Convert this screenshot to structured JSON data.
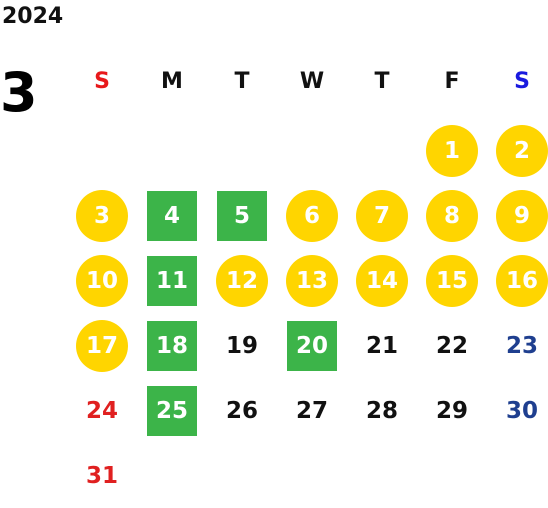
{
  "calendar": {
    "year": "2024",
    "month": "3",
    "weekdays": [
      {
        "label": "S",
        "color": "#e8191b"
      },
      {
        "label": "M",
        "color": "#111111"
      },
      {
        "label": "T",
        "color": "#111111"
      },
      {
        "label": "W",
        "color": "#111111"
      },
      {
        "label": "T",
        "color": "#111111"
      },
      {
        "label": "F",
        "color": "#111111"
      },
      {
        "label": "S",
        "color": "#1a1adf"
      }
    ],
    "colors": {
      "circle": "#ffd500",
      "square": "#3cb449",
      "sunday_text": "#e02020",
      "saturday_text": "#1f3f8f",
      "default_text": "#111111"
    },
    "days": [
      {
        "label": "1",
        "col": 5,
        "row": 0,
        "mark": "circle"
      },
      {
        "label": "2",
        "col": 6,
        "row": 0,
        "mark": "circle"
      },
      {
        "label": "3",
        "col": 0,
        "row": 1,
        "mark": "circle"
      },
      {
        "label": "4",
        "col": 1,
        "row": 1,
        "mark": "square"
      },
      {
        "label": "5",
        "col": 2,
        "row": 1,
        "mark": "square"
      },
      {
        "label": "6",
        "col": 3,
        "row": 1,
        "mark": "circle"
      },
      {
        "label": "7",
        "col": 4,
        "row": 1,
        "mark": "circle"
      },
      {
        "label": "8",
        "col": 5,
        "row": 1,
        "mark": "circle"
      },
      {
        "label": "9",
        "col": 6,
        "row": 1,
        "mark": "circle"
      },
      {
        "label": "10",
        "col": 0,
        "row": 2,
        "mark": "circle"
      },
      {
        "label": "11",
        "col": 1,
        "row": 2,
        "mark": "square"
      },
      {
        "label": "12",
        "col": 2,
        "row": 2,
        "mark": "circle"
      },
      {
        "label": "13",
        "col": 3,
        "row": 2,
        "mark": "circle"
      },
      {
        "label": "14",
        "col": 4,
        "row": 2,
        "mark": "circle"
      },
      {
        "label": "15",
        "col": 5,
        "row": 2,
        "mark": "circle"
      },
      {
        "label": "16",
        "col": 6,
        "row": 2,
        "mark": "circle"
      },
      {
        "label": "17",
        "col": 0,
        "row": 3,
        "mark": "circle"
      },
      {
        "label": "18",
        "col": 1,
        "row": 3,
        "mark": "square"
      },
      {
        "label": "19",
        "col": 2,
        "row": 3,
        "mark": "none"
      },
      {
        "label": "20",
        "col": 3,
        "row": 3,
        "mark": "square"
      },
      {
        "label": "21",
        "col": 4,
        "row": 3,
        "mark": "none"
      },
      {
        "label": "22",
        "col": 5,
        "row": 3,
        "mark": "none"
      },
      {
        "label": "23",
        "col": 6,
        "row": 3,
        "mark": "none"
      },
      {
        "label": "24",
        "col": 0,
        "row": 4,
        "mark": "none"
      },
      {
        "label": "25",
        "col": 1,
        "row": 4,
        "mark": "square"
      },
      {
        "label": "26",
        "col": 2,
        "row": 4,
        "mark": "none"
      },
      {
        "label": "27",
        "col": 3,
        "row": 4,
        "mark": "none"
      },
      {
        "label": "28",
        "col": 4,
        "row": 4,
        "mark": "none"
      },
      {
        "label": "29",
        "col": 5,
        "row": 4,
        "mark": "none"
      },
      {
        "label": "30",
        "col": 6,
        "row": 4,
        "mark": "none"
      },
      {
        "label": "31",
        "col": 0,
        "row": 5,
        "mark": "none"
      }
    ]
  }
}
